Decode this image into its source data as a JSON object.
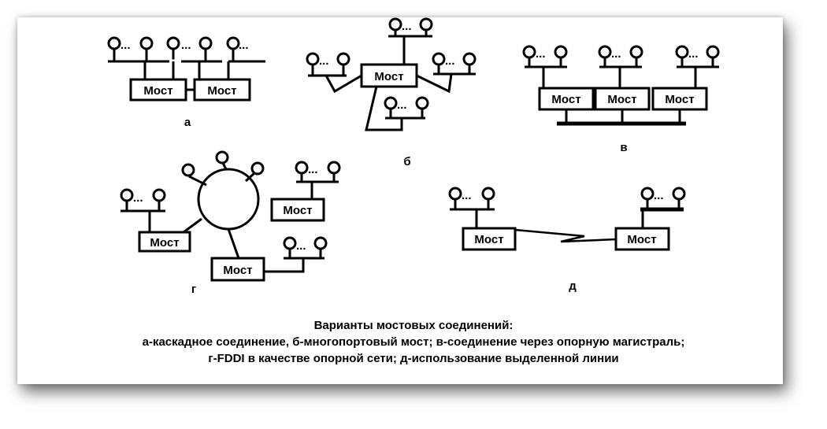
{
  "bridge_label": "Мост",
  "dots": "...",
  "panels": {
    "a": "а",
    "b": "б",
    "v": "в",
    "g": "г",
    "d": "д"
  },
  "caption": {
    "title": "Варианты мостовых соединений:",
    "line2": "а-каскадное соединение, б-многопортовый мост; в-соединение через опорную магистраль;",
    "line3": "г-FDDI в качестве опорной сети; д-использование выделенной линии"
  }
}
